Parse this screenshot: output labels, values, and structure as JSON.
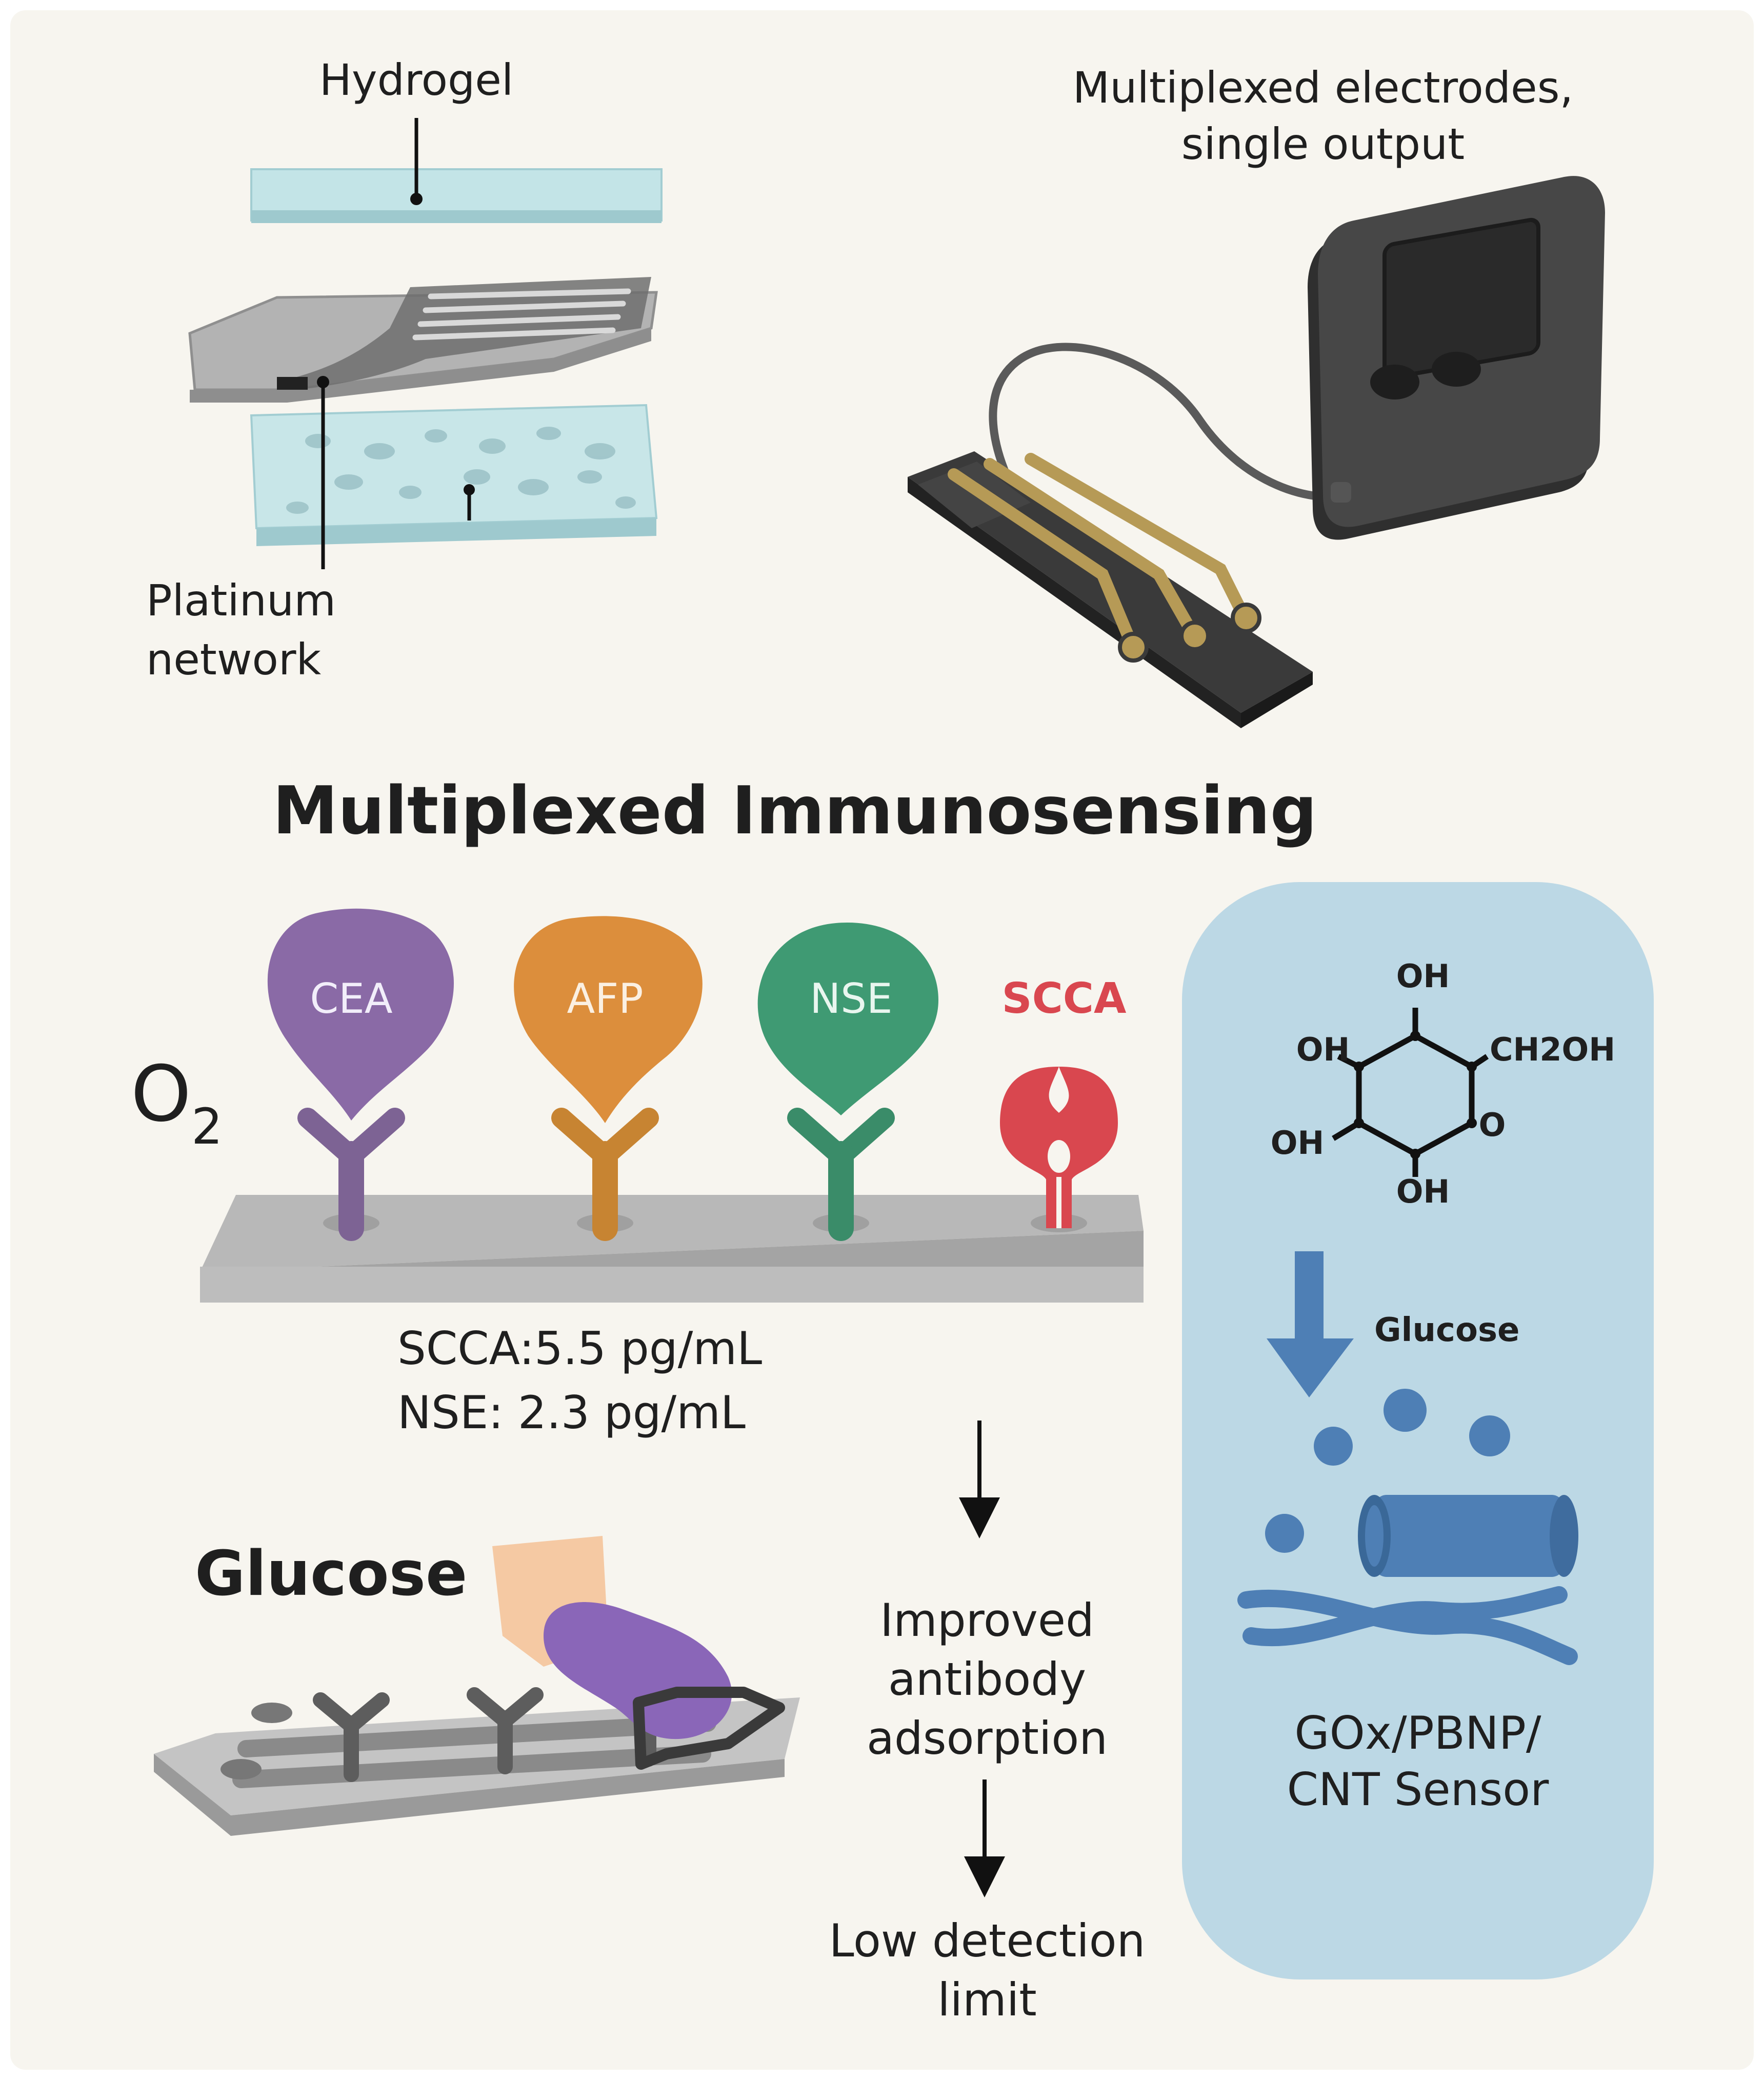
{
  "labels": {
    "hydrogel": "Hydrogel",
    "platinum_line1": "Platinum",
    "platinum_line2": "network",
    "meter_line1": "Multiplexed electrodes,",
    "meter_line2": "single output",
    "title": "Multiplexed Immunosensing",
    "o2_main": "O",
    "o2_sub": "2",
    "antigens": [
      "CEA",
      "AFP",
      "NSE",
      "SCCA"
    ],
    "limits": [
      "SCCA:5.5 pg/mL",
      "NSE: 2.3 pg/mL"
    ],
    "glucose_left": "Glucose",
    "improved": [
      "Improved",
      "antibody",
      "adsorption"
    ],
    "lowlimit": [
      "Low detection",
      "limit"
    ],
    "mol_oh_top": "OH",
    "mol_oh_left": "OH",
    "mol_ch2oh": "CH2OH",
    "mol_oh_lower_left": "OH",
    "mol_o": "O",
    "mol_oh_bottom": "OH",
    "glucose_arrow": "Glucose",
    "sensor": [
      "GOx/PBNP/",
      "CNT Sensor"
    ]
  },
  "colors": {
    "background": "#f7f5ef",
    "hydrogel": "#bfe0e3",
    "platinum": "#a9a9a9",
    "cea": "#8a6aa6",
    "afp": "#dc8e3c",
    "nse": "#3f9a73",
    "scca": "#d9474f",
    "panel": "#bcd8e5",
    "sensor_blue": "#4e7fb5",
    "device": "#3a3a3a",
    "gold": "#b69a56"
  }
}
